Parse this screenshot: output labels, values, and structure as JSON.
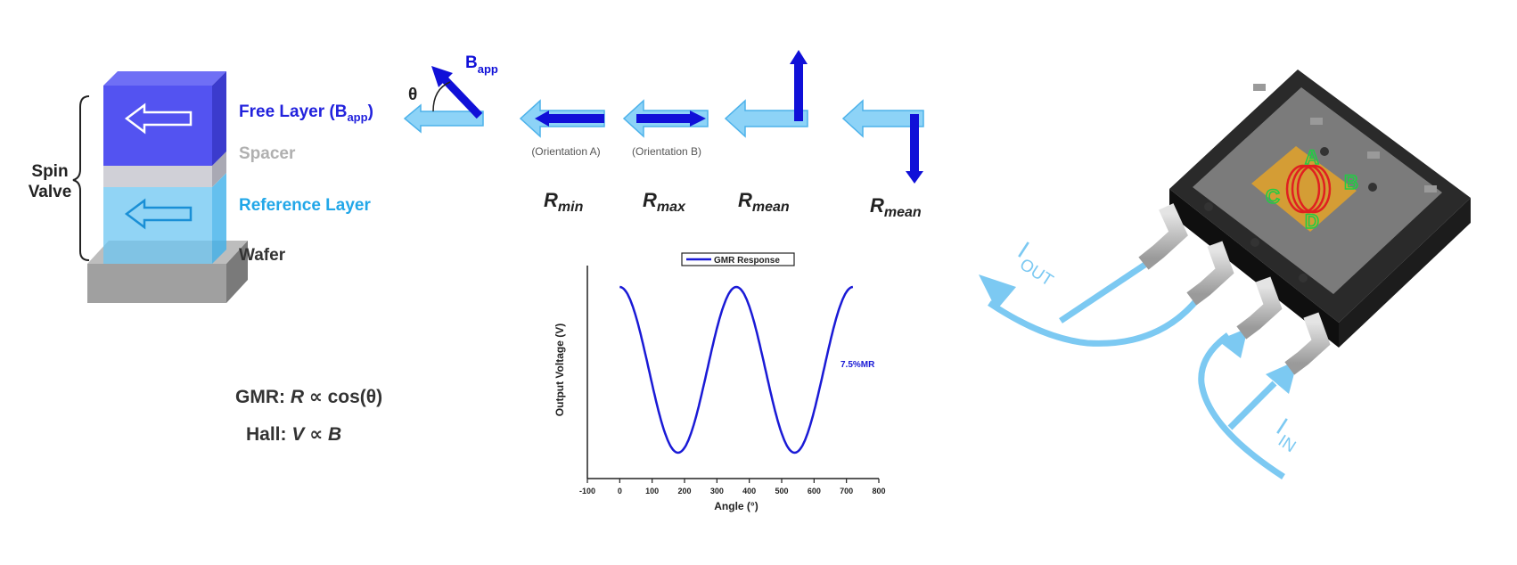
{
  "colors": {
    "free_layer": "#3333ee",
    "reference_layer": "#22a7e8",
    "spacer": "#b0b0b0",
    "wafer": "#8f8f8f",
    "arrow_light": "#8dd3f7",
    "arrow_dark": "#1010d8",
    "current_arrow": "#7cc9f2",
    "coil": "#e02020",
    "region_label": "#22cc44"
  },
  "spin_valve": {
    "bracket_label_line1": "Spin",
    "bracket_label_line2": "Valve",
    "free_layer_label": "Free Layer (B",
    "free_layer_label_sub": "app",
    "free_layer_label_end": ")",
    "spacer_label": "Spacer",
    "reference_layer_label": "Reference Layer",
    "wafer_label": "Wafer"
  },
  "field_diagram": {
    "theta_symbol": "θ",
    "b_app_label": "B",
    "b_app_sub": "app"
  },
  "orientations": [
    {
      "caption": "(Orientation A)",
      "resistance": "R",
      "resistance_sub": "min"
    },
    {
      "caption": "(Orientation B)",
      "resistance": "R",
      "resistance_sub": "max"
    },
    {
      "caption": "",
      "resistance": "R",
      "resistance_sub": "mean"
    },
    {
      "caption": "",
      "resistance": "R",
      "resistance_sub": "mean"
    }
  ],
  "equations": {
    "gmr_prefix": "GMR: ",
    "gmr_var": "R",
    "gmr_rest": " ∝ cos(θ)",
    "hall_prefix": "Hall: ",
    "hall_var": "V",
    "hall_mid": " ∝ ",
    "hall_var2": "B"
  },
  "chart_data": {
    "type": "line",
    "xlabel": "Angle (°)",
    "ylabel": "Output Voltage (V)",
    "xlim": [
      -100,
      800
    ],
    "x_ticks": [
      -100,
      0,
      100,
      200,
      300,
      400,
      500,
      600,
      700,
      800
    ],
    "legend_position": "top-center",
    "annotation": "7.5%MR",
    "series": [
      {
        "name": "GMR Response",
        "color": "#1a1ad6",
        "function": "cos(angle)",
        "x_start": 0,
        "x_end": 720
      }
    ]
  },
  "chip": {
    "current_out_label": "I",
    "current_out_sub": "OUT",
    "current_in_label": "I",
    "current_in_sub": "IN",
    "region_labels": [
      "A",
      "B",
      "C",
      "D"
    ]
  }
}
